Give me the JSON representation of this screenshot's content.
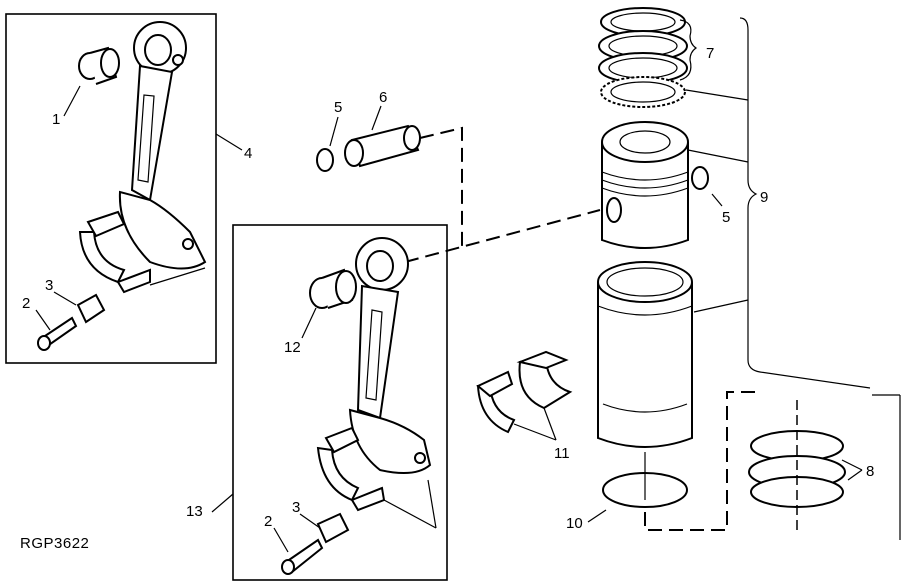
{
  "figure_ref": "RGP3622",
  "callouts": {
    "c1": "1",
    "c2a": "2",
    "c3a": "3",
    "c4": "4",
    "c5a": "5",
    "c6": "6",
    "c7": "7",
    "c5b": "5",
    "c9": "9",
    "c12": "12",
    "c11": "11",
    "c13": "13",
    "c2b": "2",
    "c3b": "3",
    "c10": "10",
    "c8": "8"
  }
}
